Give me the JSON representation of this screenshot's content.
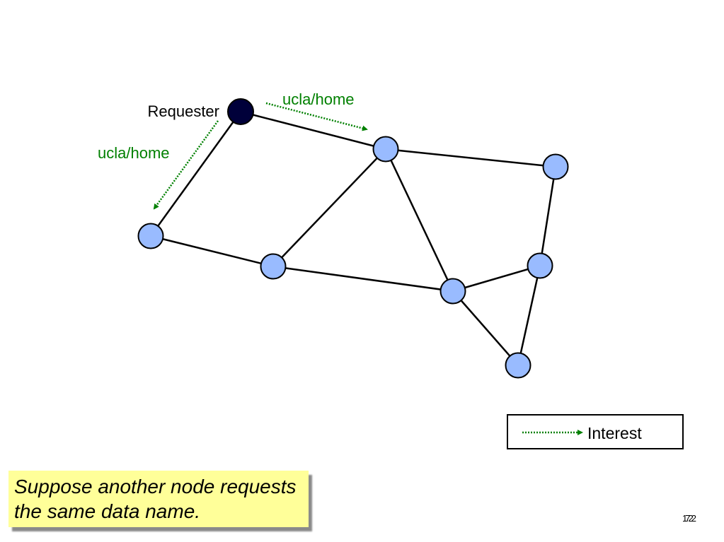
{
  "diagram": {
    "requester_label": "Requester",
    "interest_label_1": "ucla/home",
    "interest_label_2": "ucla/home",
    "colors": {
      "requester_node": "#00003a",
      "node": "#99bbff",
      "edge": "#000000",
      "interest": "#008000"
    }
  },
  "legend": {
    "interest_label": "Interest"
  },
  "callout": {
    "text": "Suppose another node requests the same data name."
  },
  "page_number": {
    "text": "1722"
  }
}
